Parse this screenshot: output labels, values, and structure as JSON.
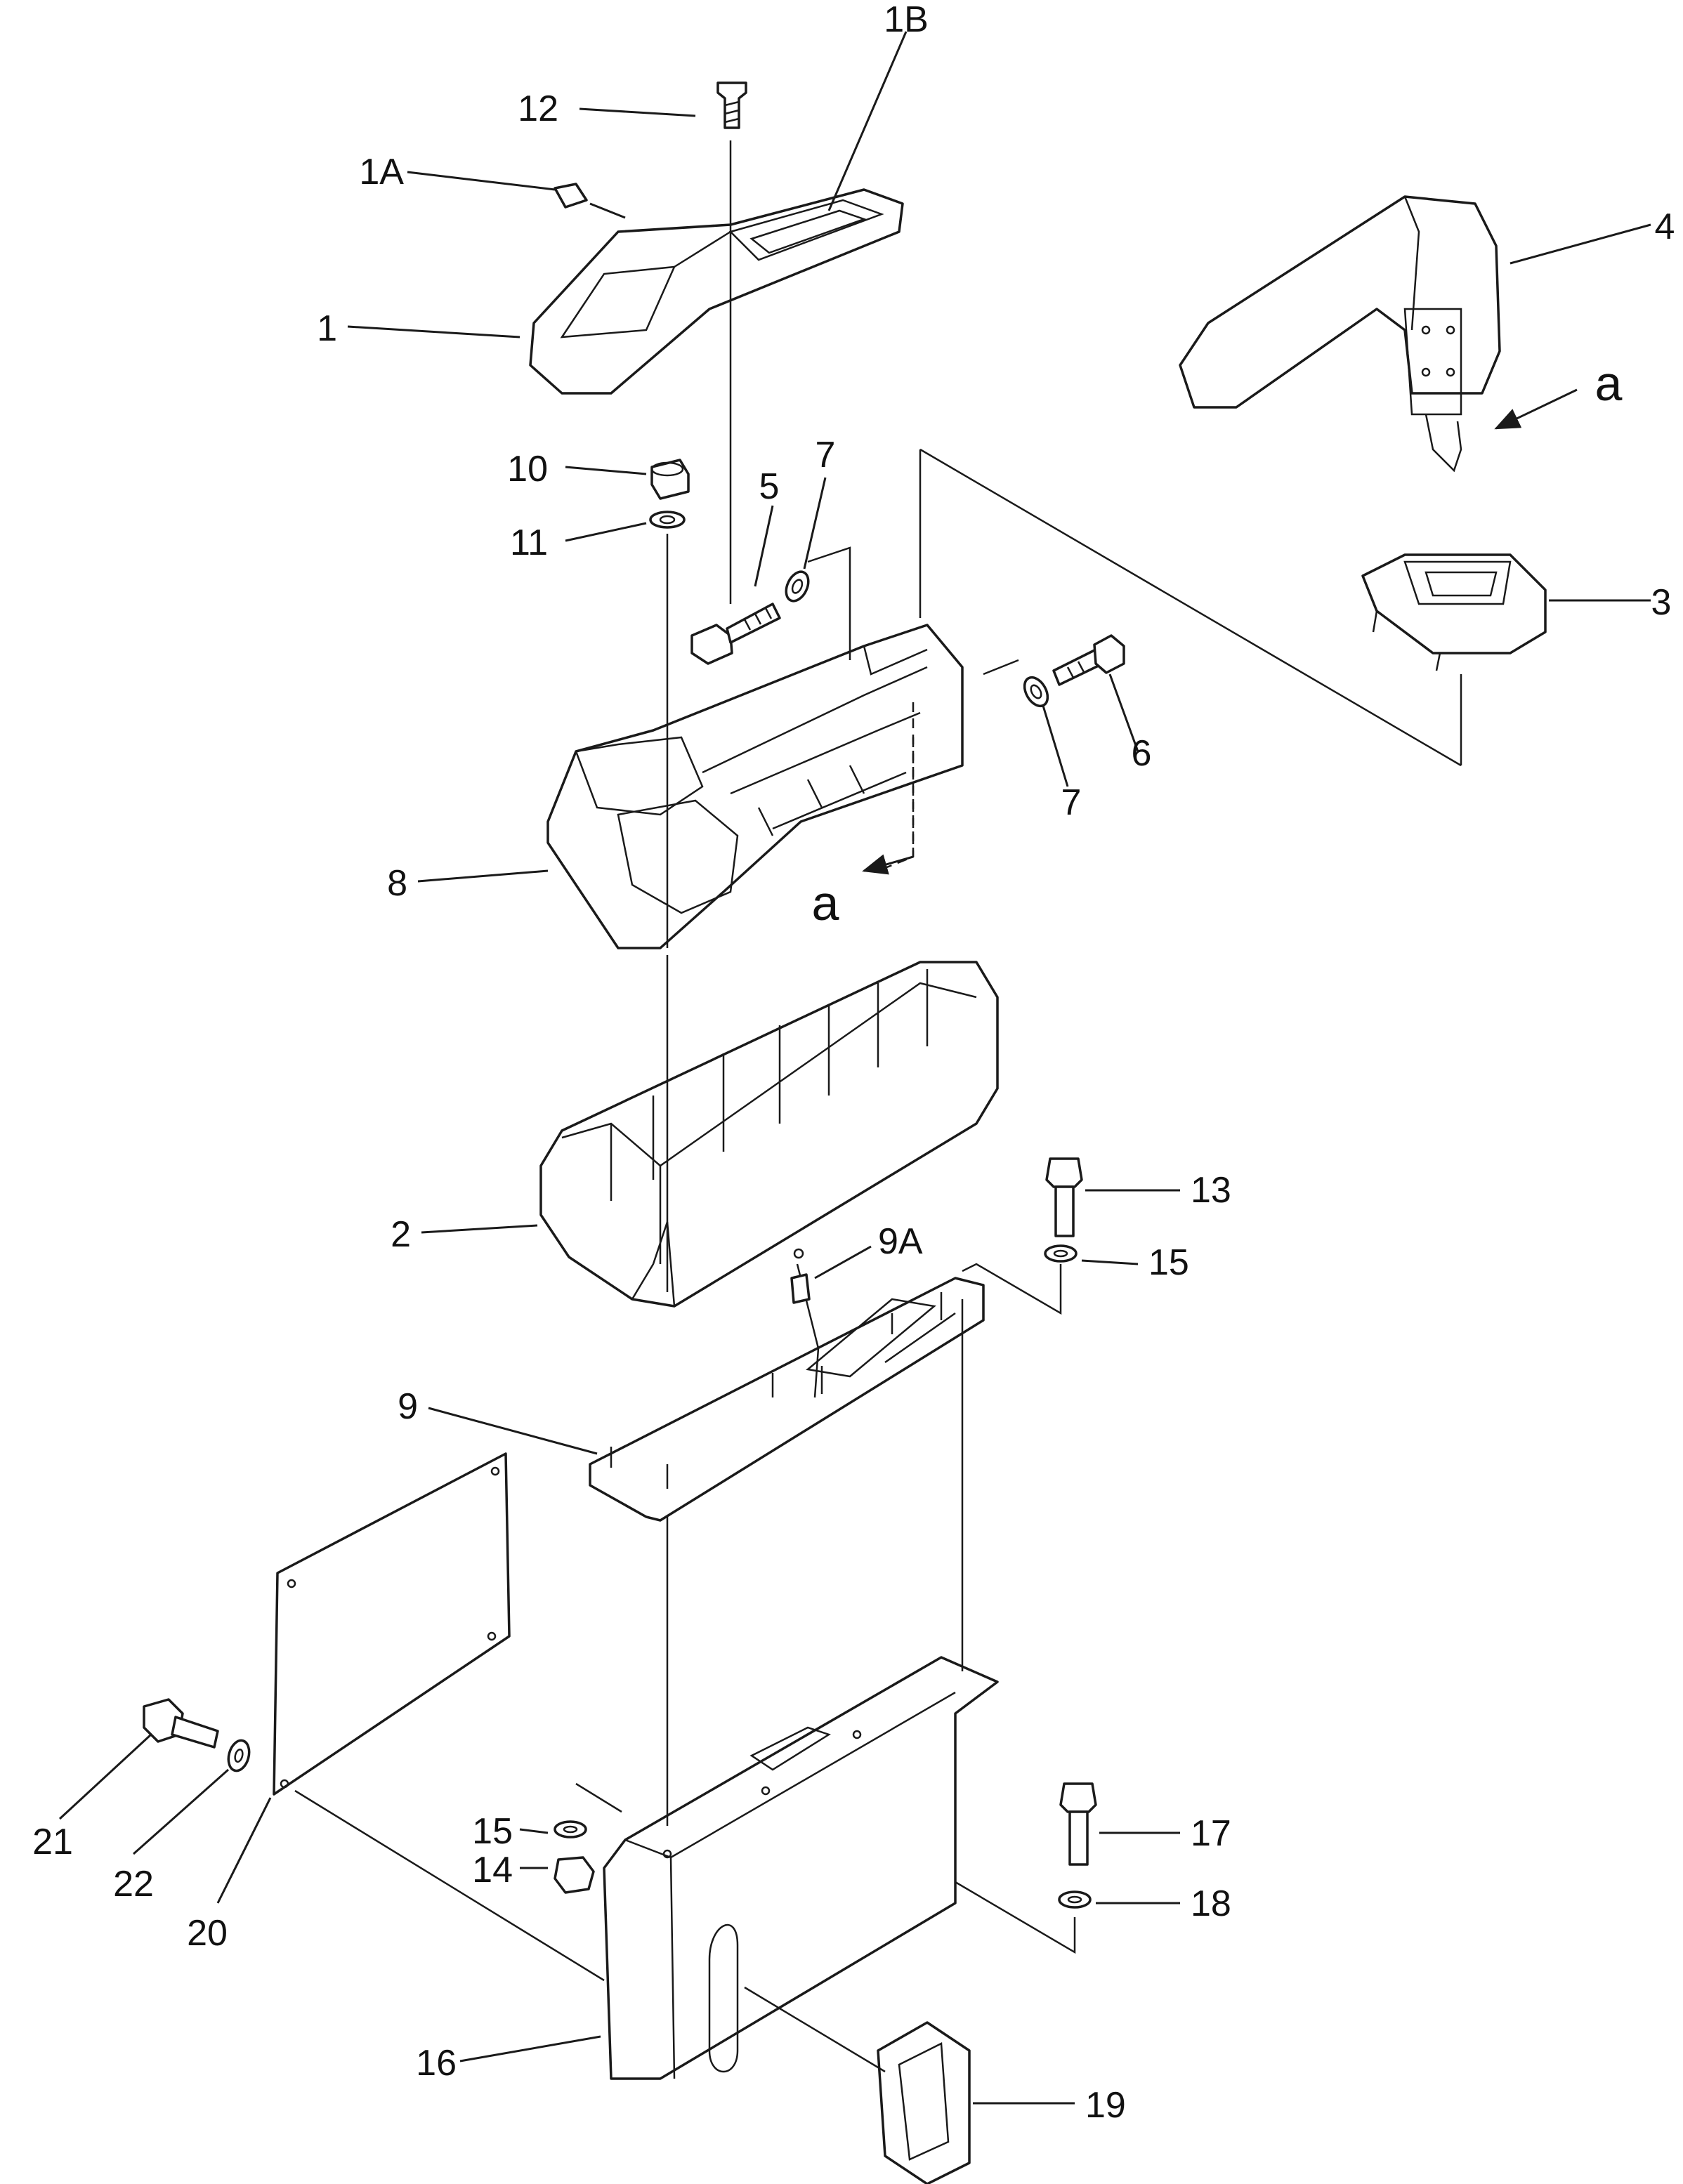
{
  "labels": {
    "p1": "1",
    "p1a": "1A",
    "p1b": "1B",
    "p2": "2",
    "p3": "3",
    "p4": "4",
    "p5": "5",
    "p6": "6",
    "p7a": "7",
    "p7b": "7",
    "p8": "8",
    "p9": "9",
    "p9a": "9A",
    "p10": "10",
    "p11": "11",
    "p12": "12",
    "p13": "13",
    "p14": "14",
    "p15a": "15",
    "p15b": "15",
    "p16": "16",
    "p17": "17",
    "p18": "18",
    "p19": "19",
    "p20": "20",
    "p21": "21",
    "p22": "22",
    "view_a_top": "a",
    "view_a_mid": "a"
  }
}
